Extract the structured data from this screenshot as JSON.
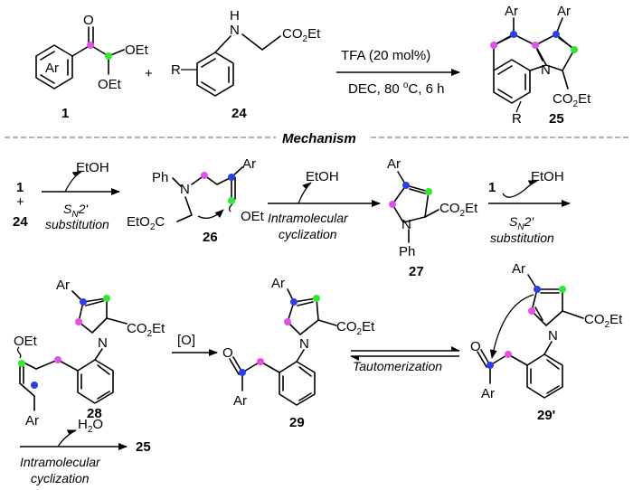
{
  "colors": {
    "magenta": "#e64fe6",
    "green": "#33e633",
    "blue": "#2e3ee6"
  },
  "labels": {
    "ar": "Ar",
    "oet": "OEt",
    "et": "Et",
    "o": "O",
    "n": "N",
    "h": "H",
    "r": "R",
    "ph": "Ph",
    "co2et_co": "CO",
    "co2et_2": "2",
    "co2et_et": "Et",
    "eto2c_eto": "EtO",
    "eto2c_2": "2",
    "eto2c_c": "C",
    "plus": "+",
    "etoh": "EtOH",
    "h2o_h": "H",
    "h2o_2": "2",
    "h2o_o": "O",
    "ox": "[O]"
  },
  "conditions": {
    "catalyst": "TFA (20 mol%)",
    "solvent_temp_time_a": "DEC, 80 ",
    "solvent_temp_time_sup": "o",
    "solvent_temp_time_b": "C, 6 h"
  },
  "compounds": {
    "c1": "1",
    "c24": "24",
    "c25": "25",
    "c26": "26",
    "c27": "27",
    "c28": "28",
    "c29": "29",
    "c29p": "29'"
  },
  "section": {
    "mechanism": "Mechanism"
  },
  "steps": {
    "sn2_s": "S",
    "sn2_n": "N",
    "sn2_2": "2'",
    "substitution": "substitution",
    "intramolecular": "Intramolecular",
    "cyclization": "cyclization",
    "tautomerization": "Tautomerization"
  }
}
